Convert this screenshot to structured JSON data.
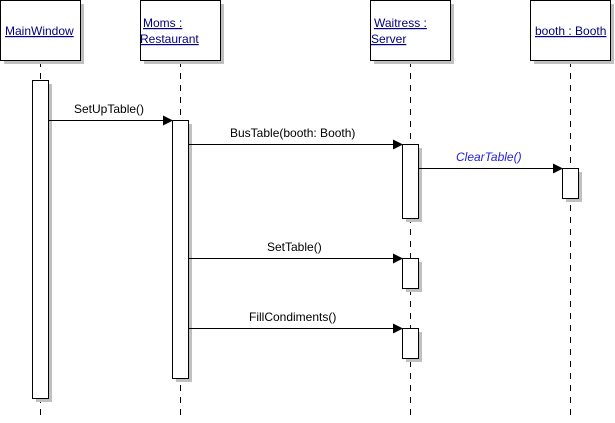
{
  "diagram": {
    "type": "uml-sequence",
    "colors": {
      "line": "#000000",
      "shadow": "#c0c0c0",
      "object_text": "#000080",
      "message_text": "#000000",
      "highlight_message_text": "#2222dd"
    },
    "objects": [
      {
        "id": "mainwindow",
        "lines": [
          "MainWindow"
        ]
      },
      {
        "id": "moms",
        "lines": [
          "Moms :",
          "Restaurant"
        ]
      },
      {
        "id": "waitress",
        "lines": [
          "Waitress :",
          "Server"
        ]
      },
      {
        "id": "booth",
        "lines": [
          "booth : Booth"
        ]
      }
    ],
    "messages": [
      {
        "from": "mainwindow",
        "to": "moms",
        "label": "SetUpTable()",
        "style": "normal"
      },
      {
        "from": "moms",
        "to": "waitress",
        "label": "BusTable(booth: Booth)",
        "style": "normal"
      },
      {
        "from": "waitress",
        "to": "booth",
        "label": "ClearTable()",
        "style": "highlight"
      },
      {
        "from": "moms",
        "to": "waitress",
        "label": "SetTable()",
        "style": "normal"
      },
      {
        "from": "moms",
        "to": "waitress",
        "label": "FillCondiments()",
        "style": "normal"
      }
    ]
  }
}
